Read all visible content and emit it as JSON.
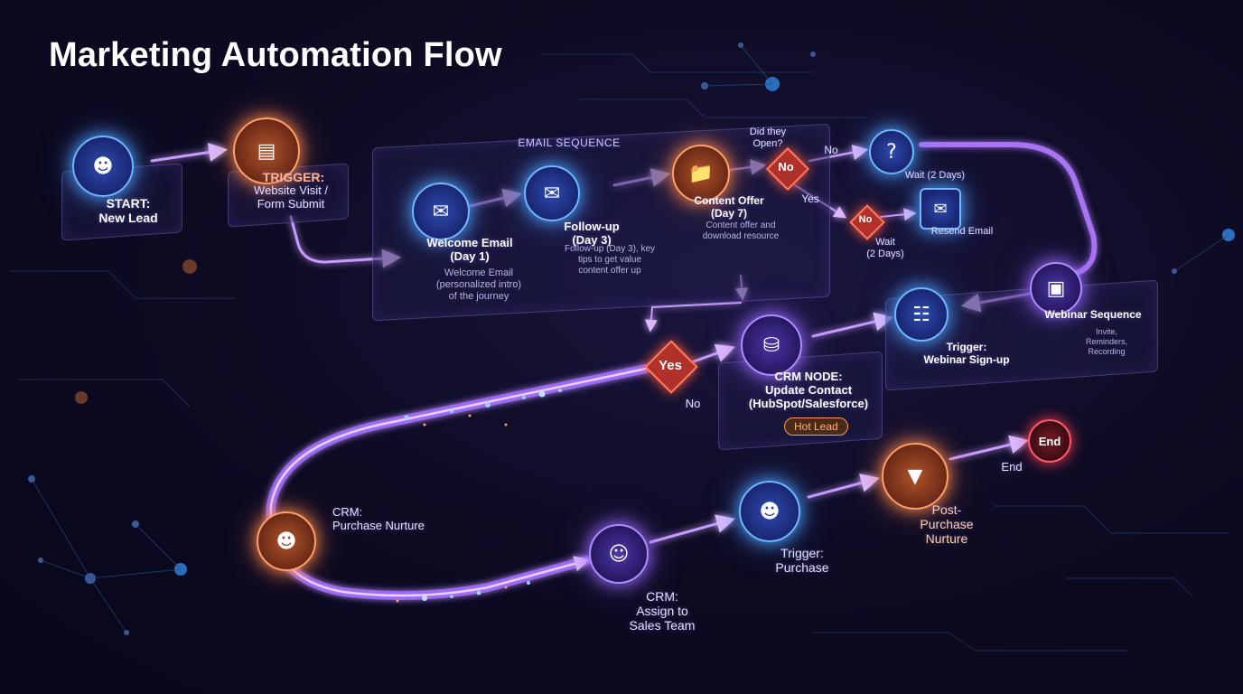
{
  "title": "Marketing Automation Flow",
  "email_sequence": {
    "header": "EMAIL SEQUENCE"
  },
  "nodes": {
    "start": {
      "label": "START:\nNew Lead",
      "icon": "user-magnet-icon"
    },
    "trigger_visit": {
      "title": "TRIGGER:",
      "label": "Website Visit /\nForm Submit",
      "icon": "form-icon"
    },
    "welcome_email": {
      "label": "Welcome Email\n(Day 1)",
      "detail": "Welcome Email\n(personalized intro)\nof the journey",
      "icon": "mail-icon"
    },
    "follow_up": {
      "label": "Follow-up\n(Day 3)",
      "detail": "Follow-up (Day 3), key\ntips to get value\ncontent offer up",
      "icon": "mail-icon"
    },
    "content_offer": {
      "label": "Content Offer\n(Day 7)",
      "detail": "Content offer and\ndownload resource",
      "icon": "folder-icon"
    },
    "wait_2_days_top": {
      "label": "Wait (2 Days)",
      "icon": "question-icon"
    },
    "resend_email": {
      "label": "Resend Email",
      "icon": "mail-icon"
    },
    "wait_2_days_mid": {
      "label": "Wait\n(2 Days)"
    },
    "crm_update": {
      "label": "CRM NODE:\nUpdate Contact\n(HubSpot/Salesforce)",
      "badge": "Hot Lead",
      "icon": "database-icon"
    },
    "trigger_webinar": {
      "label": "Trigger:\nWebinar Sign-up",
      "icon": "flowchart-icon"
    },
    "webinar_sequence": {
      "label": "Webinar Sequence",
      "detail": "Invite,\nReminders,\nRecording",
      "icon": "screen-icon"
    },
    "crm_purchase_nurture": {
      "label": "CRM:\nPurchase Nurture",
      "icon": "user-icon"
    },
    "crm_assign": {
      "label": "CRM:\nAssign to\nSales Team",
      "icon": "team-icon"
    },
    "trigger_purchase": {
      "label": "Trigger:\nPurchase",
      "icon": "group-icon"
    },
    "post_purchase": {
      "label": "Post-\nPurchase\nNurture",
      "icon": "funnel-icon"
    },
    "end": {
      "label": "End",
      "caption": "End"
    }
  },
  "decisions": {
    "opened": {
      "question": "Did they\nOpen?",
      "text": "No",
      "no_label": "No",
      "yes_label": "Yes"
    },
    "mid_no": {
      "text": "No"
    },
    "hot": {
      "text": "Yes",
      "no_label": "No"
    }
  },
  "colors": {
    "flow_purple": "#b07aff",
    "flow_glow": "#7a4dff",
    "node_blue": "#6fb8ff",
    "node_orange": "#ffa06a",
    "decision_red": "#b0302a"
  }
}
